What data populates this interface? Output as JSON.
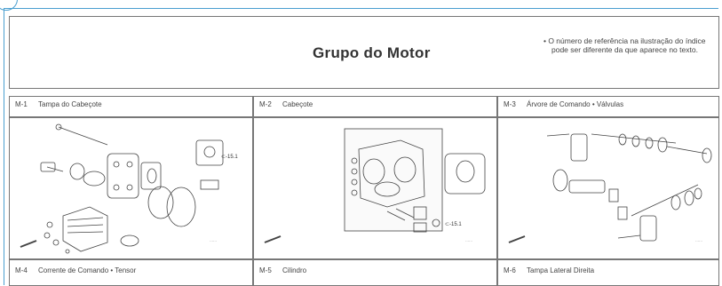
{
  "header": {
    "title": "Grupo do Motor",
    "note_line1": "• O número de referência na ilustração do índice",
    "note_line2": "pode ser diferente da que aparece no texto."
  },
  "sections": [
    {
      "code": "M-1",
      "title": "Tampa do Cabeçote"
    },
    {
      "code": "M-2",
      "title": "Cabeçote"
    },
    {
      "code": "M-3",
      "title": "Árvore de Comando • Válvulas"
    },
    {
      "code": "M-4",
      "title": "Corrente de Comando • Tensor"
    },
    {
      "code": "M-5",
      "title": "Cilindro"
    },
    {
      "code": "M-6",
      "title": "Tampa Lateral Direita"
    }
  ],
  "callouts": {
    "m1_ref": "⊂-15.1",
    "m2_ref": "⊂-15.1"
  },
  "colors": {
    "frame_accent": "#4a9fd0",
    "border": "#777777"
  }
}
